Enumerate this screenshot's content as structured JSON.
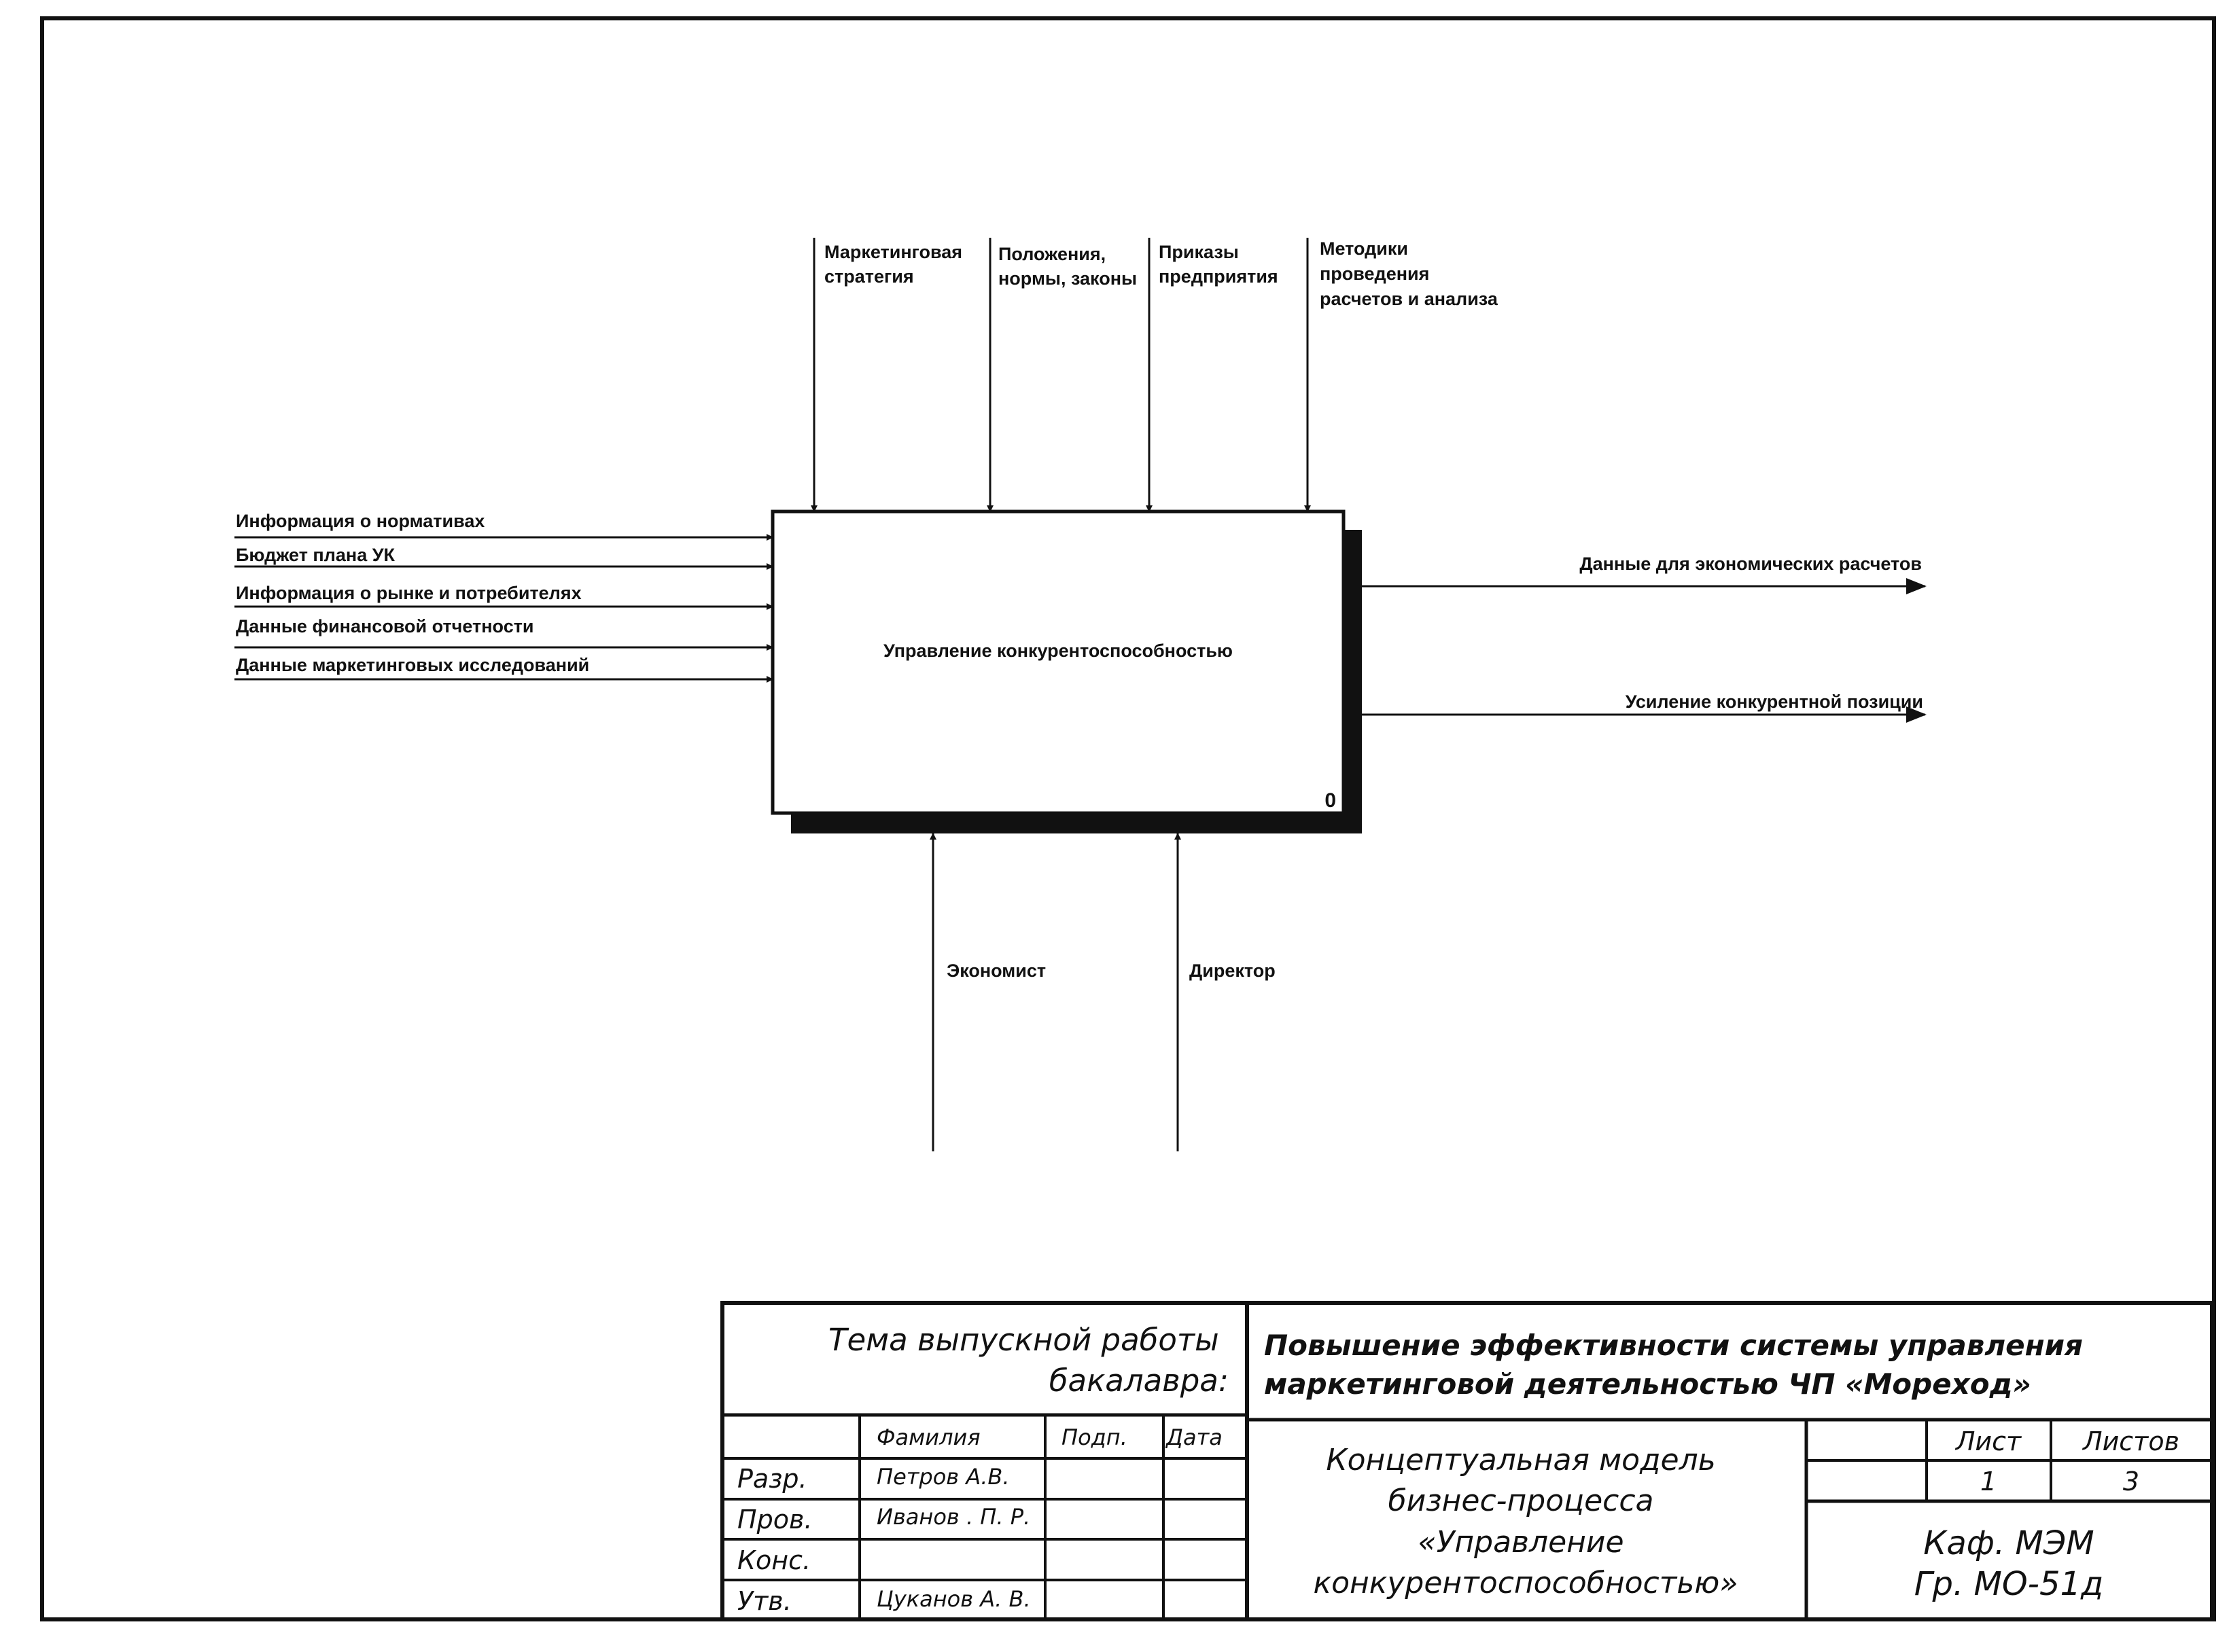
{
  "diagram": {
    "function_box": {
      "title": "Управление конкурентоспособностью",
      "node_number": "0"
    },
    "inputs": [
      "Информация о нормативах",
      "Бюджет плана УК",
      "Информация о рынке и потребителях",
      "Данные финансовой отчетности",
      "Данные маркетинговых исследований"
    ],
    "controls": [
      [
        "Маркетинговая",
        "стратегия"
      ],
      [
        "Положения,",
        "нормы, законы"
      ],
      [
        "Приказы",
        "предприятия"
      ],
      [
        "Методики",
        "проведения",
        "расчетов и анализа"
      ]
    ],
    "outputs": [
      "Данные для экономических расчетов",
      "Усиление конкурентной позиции"
    ],
    "mechanisms": [
      "Экономист",
      "Директор"
    ]
  },
  "stamp": {
    "theme_label": [
      "Тема выпускной работы",
      "бакалавра:"
    ],
    "theme_title": [
      "Повышение эффективности системы управления",
      "маркетинговой деятельностью ЧП «Мореход»"
    ],
    "headers": {
      "surname": "Фамилия",
      "signature": "Подп.",
      "date": "Дата"
    },
    "rows": [
      {
        "role": "Разр.",
        "name": "Петров А.В."
      },
      {
        "role": "Пров.",
        "name": "Иванов . П. Р."
      },
      {
        "role": "Конс.",
        "name": ""
      },
      {
        "role": "Утв.",
        "name": "Цуканов А. В."
      }
    ],
    "document_title": [
      "Концептуальная модель",
      "бизнес-процесса",
      "«Управление",
      "конкурентоспособностью»"
    ],
    "sheet_label": "Лист",
    "sheets_label": "Листов",
    "sheet": "1",
    "sheets": "3",
    "department": "Каф. МЭМ",
    "group": "Гр. МО-51д"
  }
}
